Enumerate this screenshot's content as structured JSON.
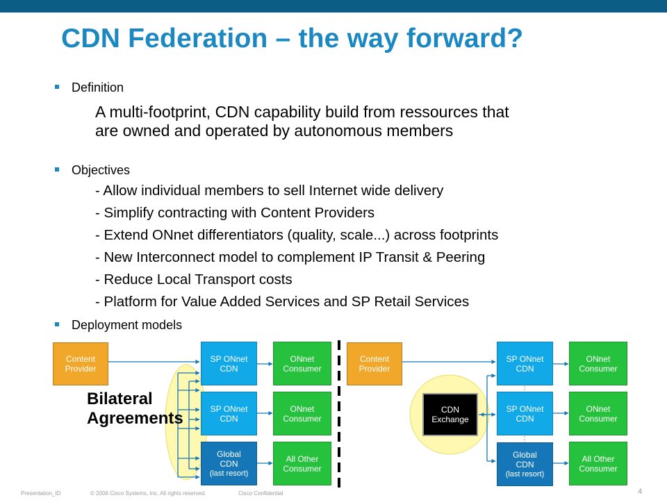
{
  "slide": {
    "title": "CDN Federation – the way forward?",
    "bullets": {
      "definition": "Definition",
      "definition_text_1": "A multi-footprint, CDN capability build from ressources that",
      "definition_text_2": "are owned and operated by autonomous members",
      "objectives": "Objectives",
      "objective_items": [
        "- Allow individual members to sell Internet wide delivery",
        "- Simplify contracting with Content Providers",
        "- Extend ONnet differentiators (quality, scale...) across footprints",
        "- New Interconnect model to complement IP Transit & Peering",
        "- Reduce Local Transport costs",
        "- Platform for Value Added Services and SP Retail Services"
      ],
      "deployment": "Deployment models"
    }
  },
  "diagram_left": {
    "content_provider": [
      "Content",
      "Provider"
    ],
    "sp1": [
      "SP ONnet",
      "CDN"
    ],
    "sp2": [
      "SP ONnet",
      "CDN"
    ],
    "global": [
      "Global",
      "CDN",
      "(last resort)"
    ],
    "consumer1": [
      "ONnet",
      "Consumer"
    ],
    "consumer2": [
      "ONnet",
      "Consumer"
    ],
    "consumer3": [
      "All Other",
      "Consumer"
    ],
    "bilateral": [
      "Bilateral",
      "Agreements"
    ]
  },
  "diagram_right": {
    "content_provider": [
      "Content",
      "Provider"
    ],
    "exchange": [
      "CDN",
      "Exchange"
    ],
    "sp1": [
      "SP ONnet",
      "CDN"
    ],
    "sp2": [
      "SP ONnet",
      "CDN"
    ],
    "global": [
      "Global",
      "CDN",
      "(last resort)"
    ],
    "consumer1": [
      "ONnet",
      "Consumer"
    ],
    "consumer2": [
      "ONnet",
      "Consumer"
    ],
    "consumer3": [
      "All Other",
      "Consumer"
    ]
  },
  "footer": {
    "presentation_id": "Presentation_ID",
    "copyright": "© 2006 Cisco Systems, Inc. All rights reserved.",
    "confidential": "Cisco Confidential",
    "page_number": "4"
  },
  "colors": {
    "title": "#1b88c2",
    "top_bar": "#0b5d86",
    "content_provider": "#f0a72a",
    "sp_cdn": "#12a9e8",
    "consumer": "#27c23d",
    "global_cdn": "#1577b7",
    "exchange": "#000000",
    "highlight": "#fff59a"
  }
}
